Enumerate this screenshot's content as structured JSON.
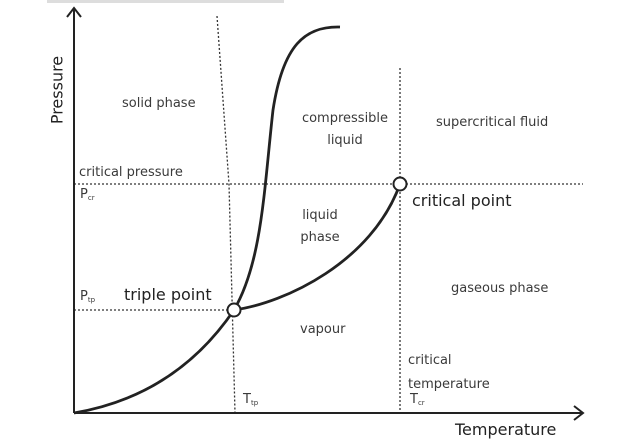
{
  "axes": {
    "y_label": "Pressure",
    "x_label": "Temperature"
  },
  "regions": {
    "solid": "solid phase",
    "compressible_liquid": [
      "compressible",
      "liquid"
    ],
    "supercritical": "supercritical fluid",
    "liquid": [
      "liquid",
      "phase"
    ],
    "gaseous": "gaseous phase",
    "vapour": "vapour"
  },
  "points": {
    "triple": "triple point",
    "critical": "critical point"
  },
  "levels": {
    "critical_pressure": "critical pressure",
    "p_cr": {
      "base": "P",
      "sub": "cr"
    },
    "p_tp": {
      "base": "P",
      "sub": "tp"
    },
    "critical_temperature": [
      "critical",
      "temperature"
    ],
    "t_cr": {
      "base": "T",
      "sub": "cr"
    },
    "t_tp": {
      "base": "T",
      "sub": "tp"
    }
  }
}
